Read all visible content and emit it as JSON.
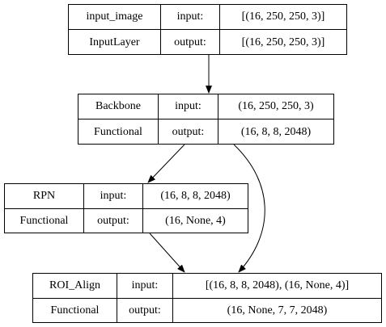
{
  "nodes": [
    {
      "id": "input_image",
      "name": "input_image",
      "type": "InputLayer",
      "input_label": "input:",
      "input_shape": "[(16, 250, 250, 3)]",
      "output_label": "output:",
      "output_shape": "[(16, 250, 250, 3)]"
    },
    {
      "id": "backbone",
      "name": "Backbone",
      "type": "Functional",
      "input_label": "input:",
      "input_shape": "(16, 250, 250, 3)",
      "output_label": "output:",
      "output_shape": "(16, 8, 8, 2048)"
    },
    {
      "id": "rpn",
      "name": "RPN",
      "type": "Functional",
      "input_label": "input:",
      "input_shape": "(16, 8, 8, 2048)",
      "output_label": "output:",
      "output_shape": "(16, None, 4)"
    },
    {
      "id": "roi_align",
      "name": "ROI_Align",
      "type": "Functional",
      "input_label": "input:",
      "input_shape": "[(16, 8, 8, 2048), (16, None, 4)]",
      "output_label": "output:",
      "output_shape": "(16, None, 7, 7, 2048)"
    }
  ],
  "edges": [
    {
      "from": "input_image",
      "to": "backbone"
    },
    {
      "from": "backbone",
      "to": "rpn"
    },
    {
      "from": "backbone",
      "to": "roi_align"
    },
    {
      "from": "rpn",
      "to": "roi_align"
    }
  ]
}
